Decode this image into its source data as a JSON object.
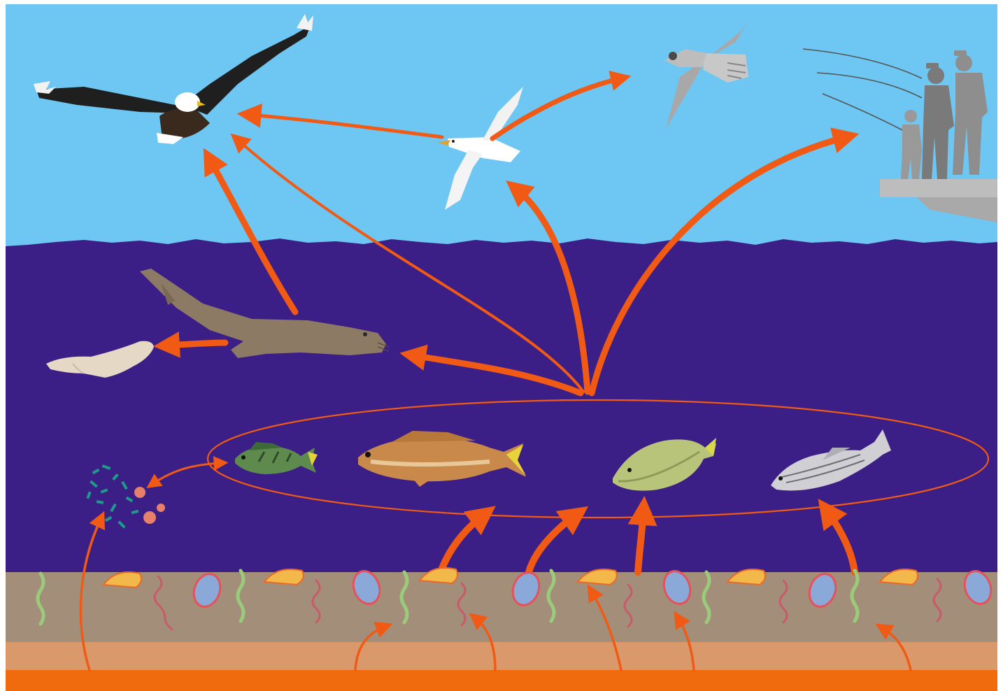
{
  "diagram": {
    "kind": "marine food web",
    "colors": {
      "sky": "#6EC6F2",
      "water": "#3C1F86",
      "sediment": "#A38F79",
      "subsoil": "#D9996B",
      "source_band": "#F06A0E",
      "arrow": "#F05A14",
      "ellipse": "#F05A14",
      "pier": "#BDBDBD"
    },
    "organisms": [
      {
        "id": "bald-eagle",
        "zone": "sky"
      },
      {
        "id": "gull",
        "zone": "sky"
      },
      {
        "id": "falcon",
        "zone": "sky"
      },
      {
        "id": "human-fishers",
        "zone": "pier",
        "count": 3
      },
      {
        "id": "seal",
        "zone": "water"
      },
      {
        "id": "beluga-whale",
        "zone": "water"
      },
      {
        "id": "algae-and-crustaceans",
        "zone": "water"
      },
      {
        "id": "perch",
        "zone": "fish-group"
      },
      {
        "id": "walleye",
        "zone": "fish-group"
      },
      {
        "id": "flounder",
        "zone": "fish-group"
      },
      {
        "id": "striped-bass",
        "zone": "fish-group"
      },
      {
        "id": "benthic-invertebrates",
        "zone": "sediment"
      }
    ],
    "flows": [
      {
        "from": "fish-group",
        "to": "bald-eagle"
      },
      {
        "from": "fish-group",
        "to": "gull"
      },
      {
        "from": "fish-group",
        "to": "human-fishers"
      },
      {
        "from": "fish-group",
        "to": "seal"
      },
      {
        "from": "seal",
        "to": "bald-eagle"
      },
      {
        "from": "seal",
        "to": "beluga-whale"
      },
      {
        "from": "gull",
        "to": "bald-eagle"
      },
      {
        "from": "gull",
        "to": "falcon"
      },
      {
        "from": "algae-and-crustaceans",
        "to": "fish-group"
      },
      {
        "from": "benthic-invertebrates",
        "to": "fish-group"
      },
      {
        "from": "sediment-source",
        "to": "algae-and-crustaceans"
      },
      {
        "from": "sediment-source",
        "to": "benthic-invertebrates"
      }
    ]
  }
}
